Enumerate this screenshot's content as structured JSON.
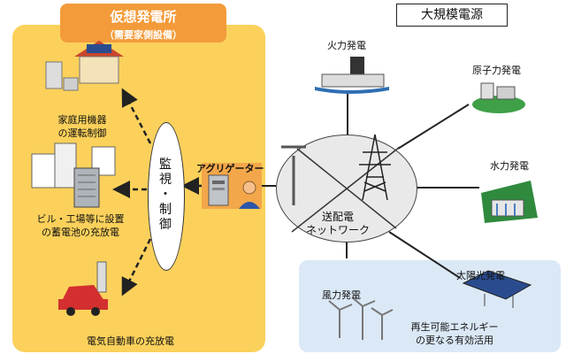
{
  "vpp": {
    "title": "仮想発電所",
    "subtitle": "（需要家側設備）",
    "household": "家庭用機器\nの運転制御",
    "household_l1": "家庭用機器",
    "household_l2": "の運転制御",
    "battery_l1": "ビル・工場等に設置",
    "battery_l2": "の蓄電池の充放電",
    "ev": "電気自動車の充放電",
    "monitor": [
      "監",
      "視",
      "・",
      "制",
      "御"
    ],
    "aggregator": "アグリゲーター"
  },
  "large": {
    "title": "大規模電源",
    "thermal": "火力発電",
    "nuclear": "原子力発電",
    "hydro": "水力発電",
    "grid_l1": "送配電",
    "grid_l2": "ネットワーク",
    "wind": "風力発電",
    "solar": "太陽光発電",
    "renewable_l1": "再生可能エネルギー",
    "renewable_l2": "の更なる有効活用"
  },
  "colors": {
    "vpp_bg": "#fbd15b",
    "vpp_title_bg": "#f39b3a",
    "renewable_bg": "#dbe8f6",
    "aggregator_bg": "#f3a74a"
  }
}
